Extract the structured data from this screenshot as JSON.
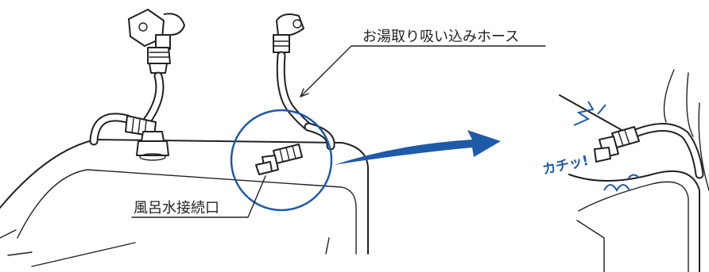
{
  "labels": {
    "hose": "お湯取り吸い込みホース",
    "port": "風呂水接続口",
    "sound": "カチッ!"
  },
  "colors": {
    "accent": "#1f5aa8",
    "line": "#222222"
  },
  "icons": {
    "arrow": "blue-arrow-right",
    "focus": "blue-circle-highlight"
  }
}
